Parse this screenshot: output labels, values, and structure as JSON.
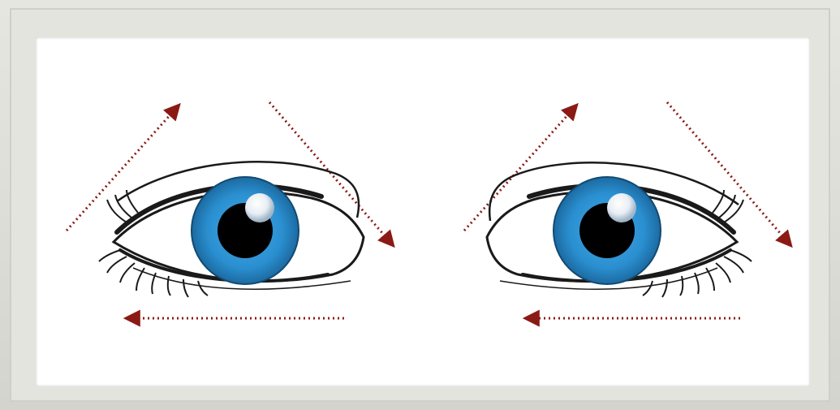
{
  "diagram": {
    "colors": {
      "frame": "#e0e0da",
      "background": "#ffffff",
      "iris": "#2a8fd0",
      "iris_dark": "#1d6ea6",
      "pupil": "#000000",
      "outline": "#1a1a1a",
      "arrow": "#8b1a14"
    },
    "eyes": [
      {
        "name": "left-eye",
        "arrows": [
          "up-right",
          "down-right",
          "left"
        ]
      },
      {
        "name": "right-eye",
        "arrows": [
          "up-right",
          "down-right",
          "left"
        ]
      }
    ]
  }
}
